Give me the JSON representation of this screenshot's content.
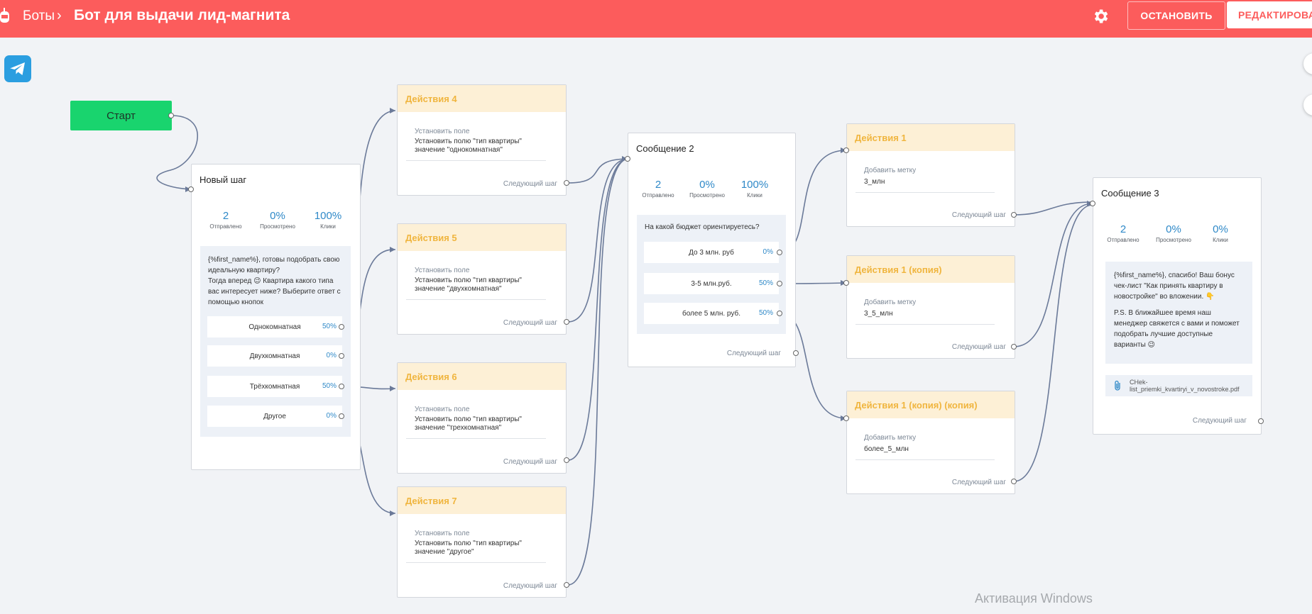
{
  "header": {
    "breadcrumb": "Боты",
    "title": "Бот для выдачи лид-магнита",
    "stop_label": "ОСТАНОВИТЬ",
    "edit_label": "РЕДАКТИРОВАТЬ"
  },
  "start": {
    "label": "Старт"
  },
  "step1": {
    "title": "Новый шаг",
    "stats": {
      "sent": "2",
      "viewed": "0%",
      "clicks": "100%",
      "sent_lbl": "Отправлено",
      "viewed_lbl": "Просмотрено",
      "clicks_lbl": "Клики"
    },
    "message": [
      "{%first_name%}, готовы подобрать свою",
      "идеальную квартиру?",
      "Тогда вперед 😉 Квартира какого типа",
      "вас интересует ниже? Выберите ответ с",
      "помощью кнопок"
    ],
    "options": [
      {
        "label": "Однокомнатная",
        "pct": "50%"
      },
      {
        "label": "Двухкомнатная",
        "pct": "0%"
      },
      {
        "label": "Трёхкомнатная",
        "pct": "50%"
      },
      {
        "label": "Другое",
        "pct": "0%"
      }
    ]
  },
  "actions_left": [
    {
      "title": "Действия 4",
      "label": "Установить поле",
      "text1": "Установить полю \"тип квартиры\"",
      "text2": "значение \"однокомнатная\"",
      "next": "Следующий шаг"
    },
    {
      "title": "Действия 5",
      "label": "Установить поле",
      "text1": "Установить полю \"тип квартиры\"",
      "text2": "значение \"двухкомнатная\"",
      "next": "Следующий шаг"
    },
    {
      "title": "Действия 6",
      "label": "Установить поле",
      "text1": "Установить полю \"тип квартиры\"",
      "text2": "значение \"трехкомнатная\"",
      "next": "Следующий шаг"
    },
    {
      "title": "Действия 7",
      "label": "Установить поле",
      "text1": "Установить полю \"тип квартиры\"",
      "text2": "значение \"другое\"",
      "next": "Следующий шаг"
    }
  ],
  "message2": {
    "title": "Сообщение 2",
    "stats": {
      "sent": "2",
      "viewed": "0%",
      "clicks": "100%",
      "sent_lbl": "Отправлено",
      "viewed_lbl": "Просмотрено",
      "clicks_lbl": "Клики"
    },
    "question": "На какой бюджет ориентируетесь?",
    "options": [
      {
        "label": "До 3 млн. руб",
        "pct": "0%"
      },
      {
        "label": "3-5 млн.руб.",
        "pct": "50%"
      },
      {
        "label": "более 5 млн. руб.",
        "pct": "50%"
      }
    ],
    "next": "Следующий шаг"
  },
  "actions_right": [
    {
      "title": "Действия 1",
      "label": "Добавить метку",
      "tag": "3_млн",
      "next": "Следующий шаг"
    },
    {
      "title": "Действия 1 (копия)",
      "label": "Добавить метку",
      "tag": "3_5_млн",
      "next": "Следующий шаг"
    },
    {
      "title": "Действия 1 (копия) (копия)",
      "label": "Добавить метку",
      "tag": "более_5_млн",
      "next": "Следующий шаг"
    }
  ],
  "message3": {
    "title": "Сообщение 3",
    "stats": {
      "sent": "2",
      "viewed": "0%",
      "clicks": "0%",
      "sent_lbl": "Отправлено",
      "viewed_lbl": "Просмотрено",
      "clicks_lbl": "Клики"
    },
    "message": [
      "{%first_name%}, спасибо! Ваш бонус",
      "чек-лист \"Как принять квартиру в",
      "новостройке\" во вложении. 👇",
      "",
      "P.S. В ближайшее время наш",
      "менеджер свяжется с вами и поможет",
      "подобрать лучшие доступные",
      "варианты 😉"
    ],
    "attachment": "CHek-list_priemki_kvartiryi_v_novostroke.pdf",
    "next": "Следующий шаг"
  },
  "watermark": {
    "line1": "Активация Windows"
  },
  "colors": {
    "header": "#fc5c5c",
    "start": "#19d46e",
    "action_header_bg": "#fdf0d6",
    "action_title": "#f0b53e",
    "stat_value": "#2f89c8",
    "wire": "#6b7a99"
  }
}
